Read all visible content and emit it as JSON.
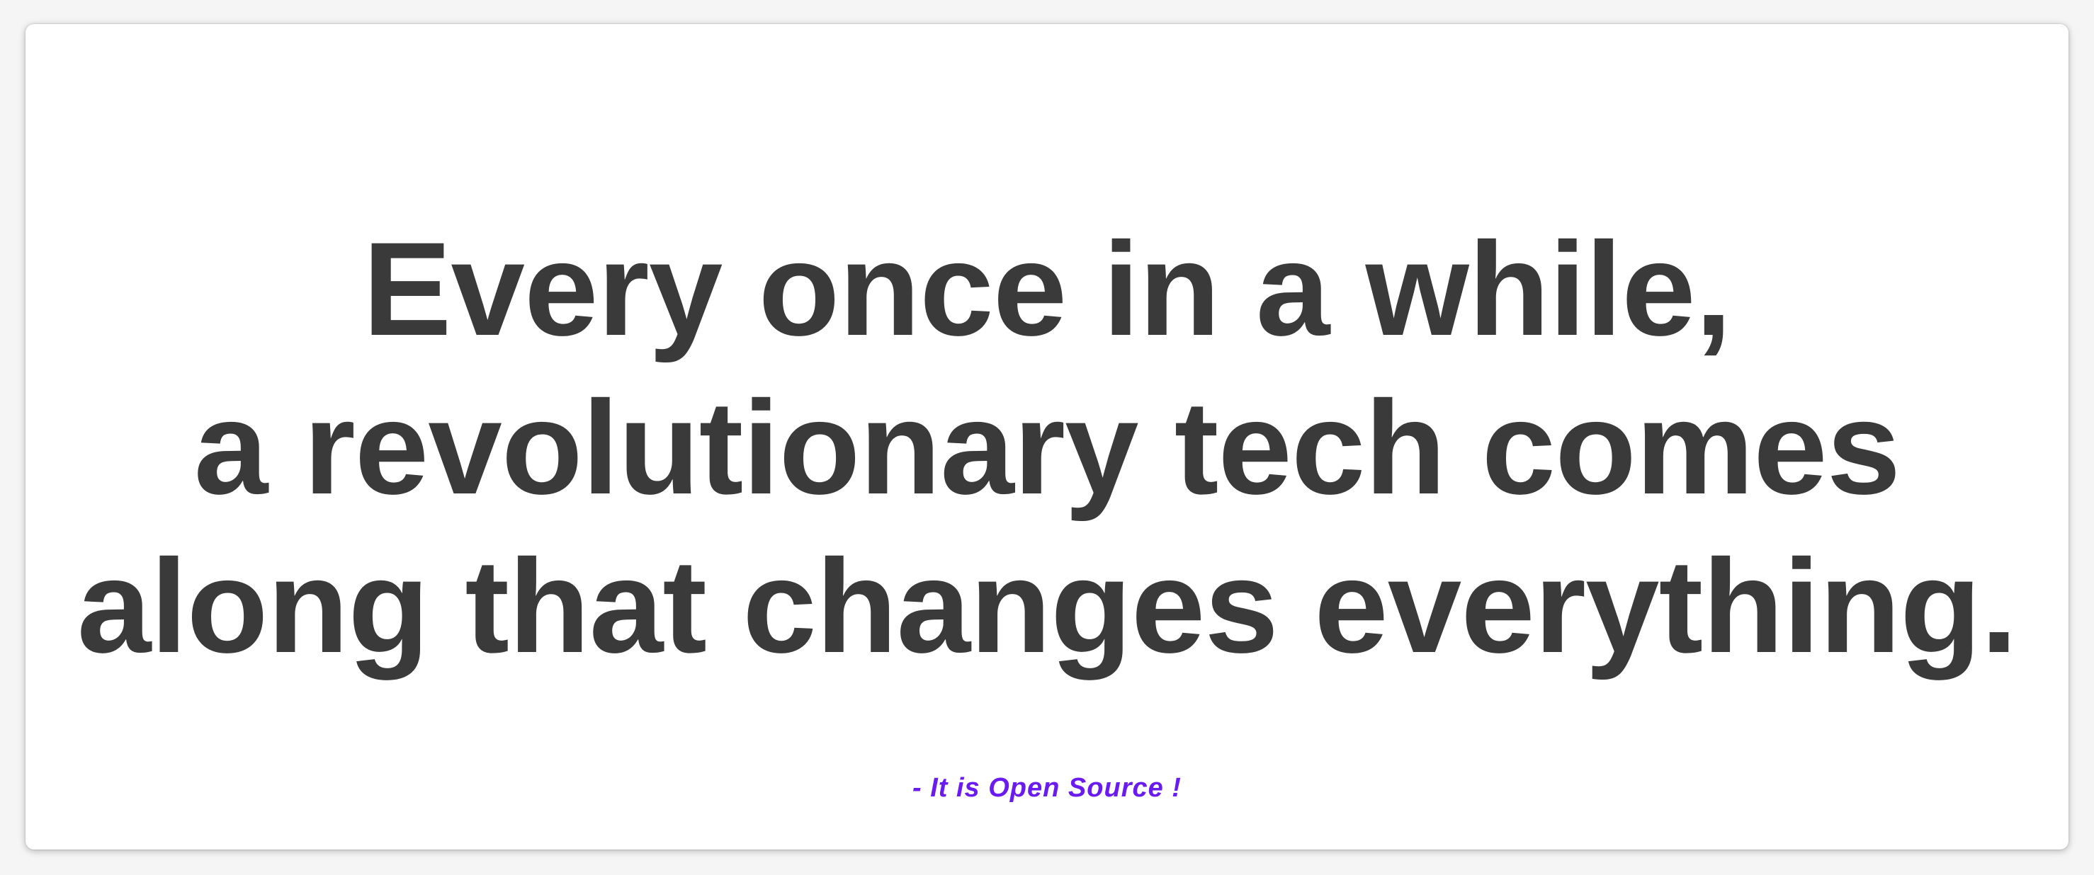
{
  "quote": {
    "lines": [
      "Every once in a while,",
      "a revolutionary tech comes",
      "along that changes everything."
    ]
  },
  "tagline": "- It is Open Source !",
  "colors": {
    "background": "#f5f5f5",
    "card": "#ffffff",
    "headline": "#3a3a3a",
    "tagline": "#6a1bf0"
  }
}
